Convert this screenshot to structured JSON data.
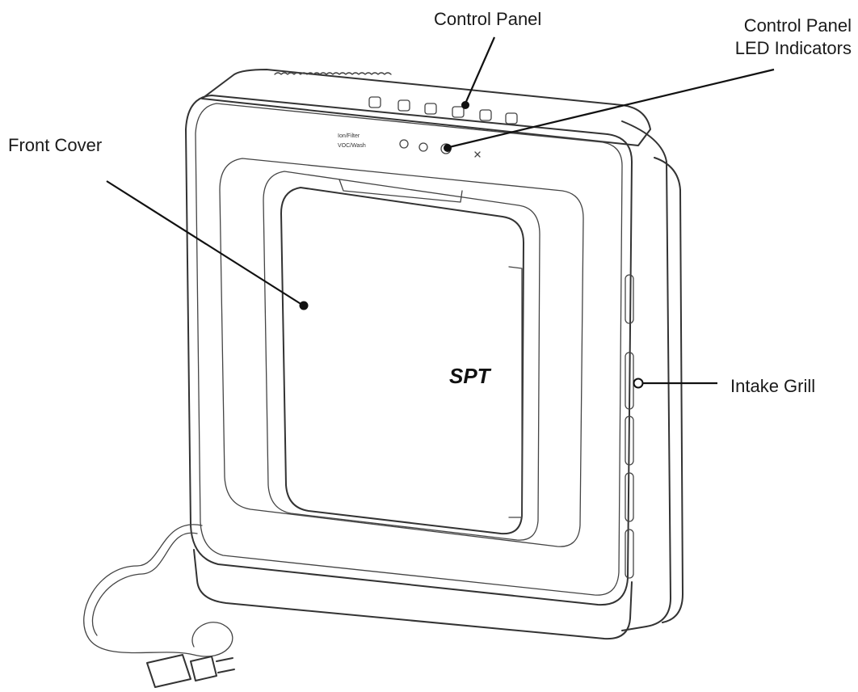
{
  "labels": {
    "control_panel": "Control Panel",
    "led_indicators_line1": "Control Panel",
    "led_indicators_line2": "LED Indicators",
    "front_cover": "Front Cover",
    "intake_grill": "Intake Grill"
  },
  "panel_text": {
    "row1": "Ion/Filter",
    "row2": "VOC/Wash"
  },
  "brand": {
    "logo": "SPT"
  }
}
